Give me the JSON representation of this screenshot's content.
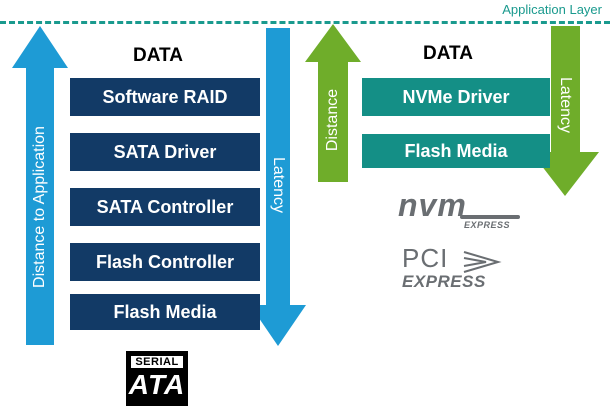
{
  "application_layer_label": "Application Layer",
  "left_stack": {
    "title": "DATA",
    "layers": [
      "Software RAID",
      "SATA Driver",
      "SATA Controller",
      "Flash Controller",
      "Flash Media"
    ],
    "distance_label": "Distance to Application",
    "latency_label": "Latency",
    "logo": {
      "line1": "SERIAL",
      "line2": "ATA"
    }
  },
  "right_stack": {
    "title": "DATA",
    "layers": [
      "NVMe Driver",
      "Flash Media"
    ],
    "distance_label": "Distance",
    "latency_label": "Latency",
    "nvm_logo": {
      "main": "nvm",
      "sub": "EXPRESS"
    },
    "pci_logo": {
      "main": "PCI",
      "sub": "EXPRESS"
    }
  },
  "colors": {
    "blue_arrow": "#1e9bd5",
    "green_arrow": "#6fad2a",
    "navy_box": "#123a66",
    "teal_box": "#148f86",
    "app_line": "#1a9a8e"
  }
}
